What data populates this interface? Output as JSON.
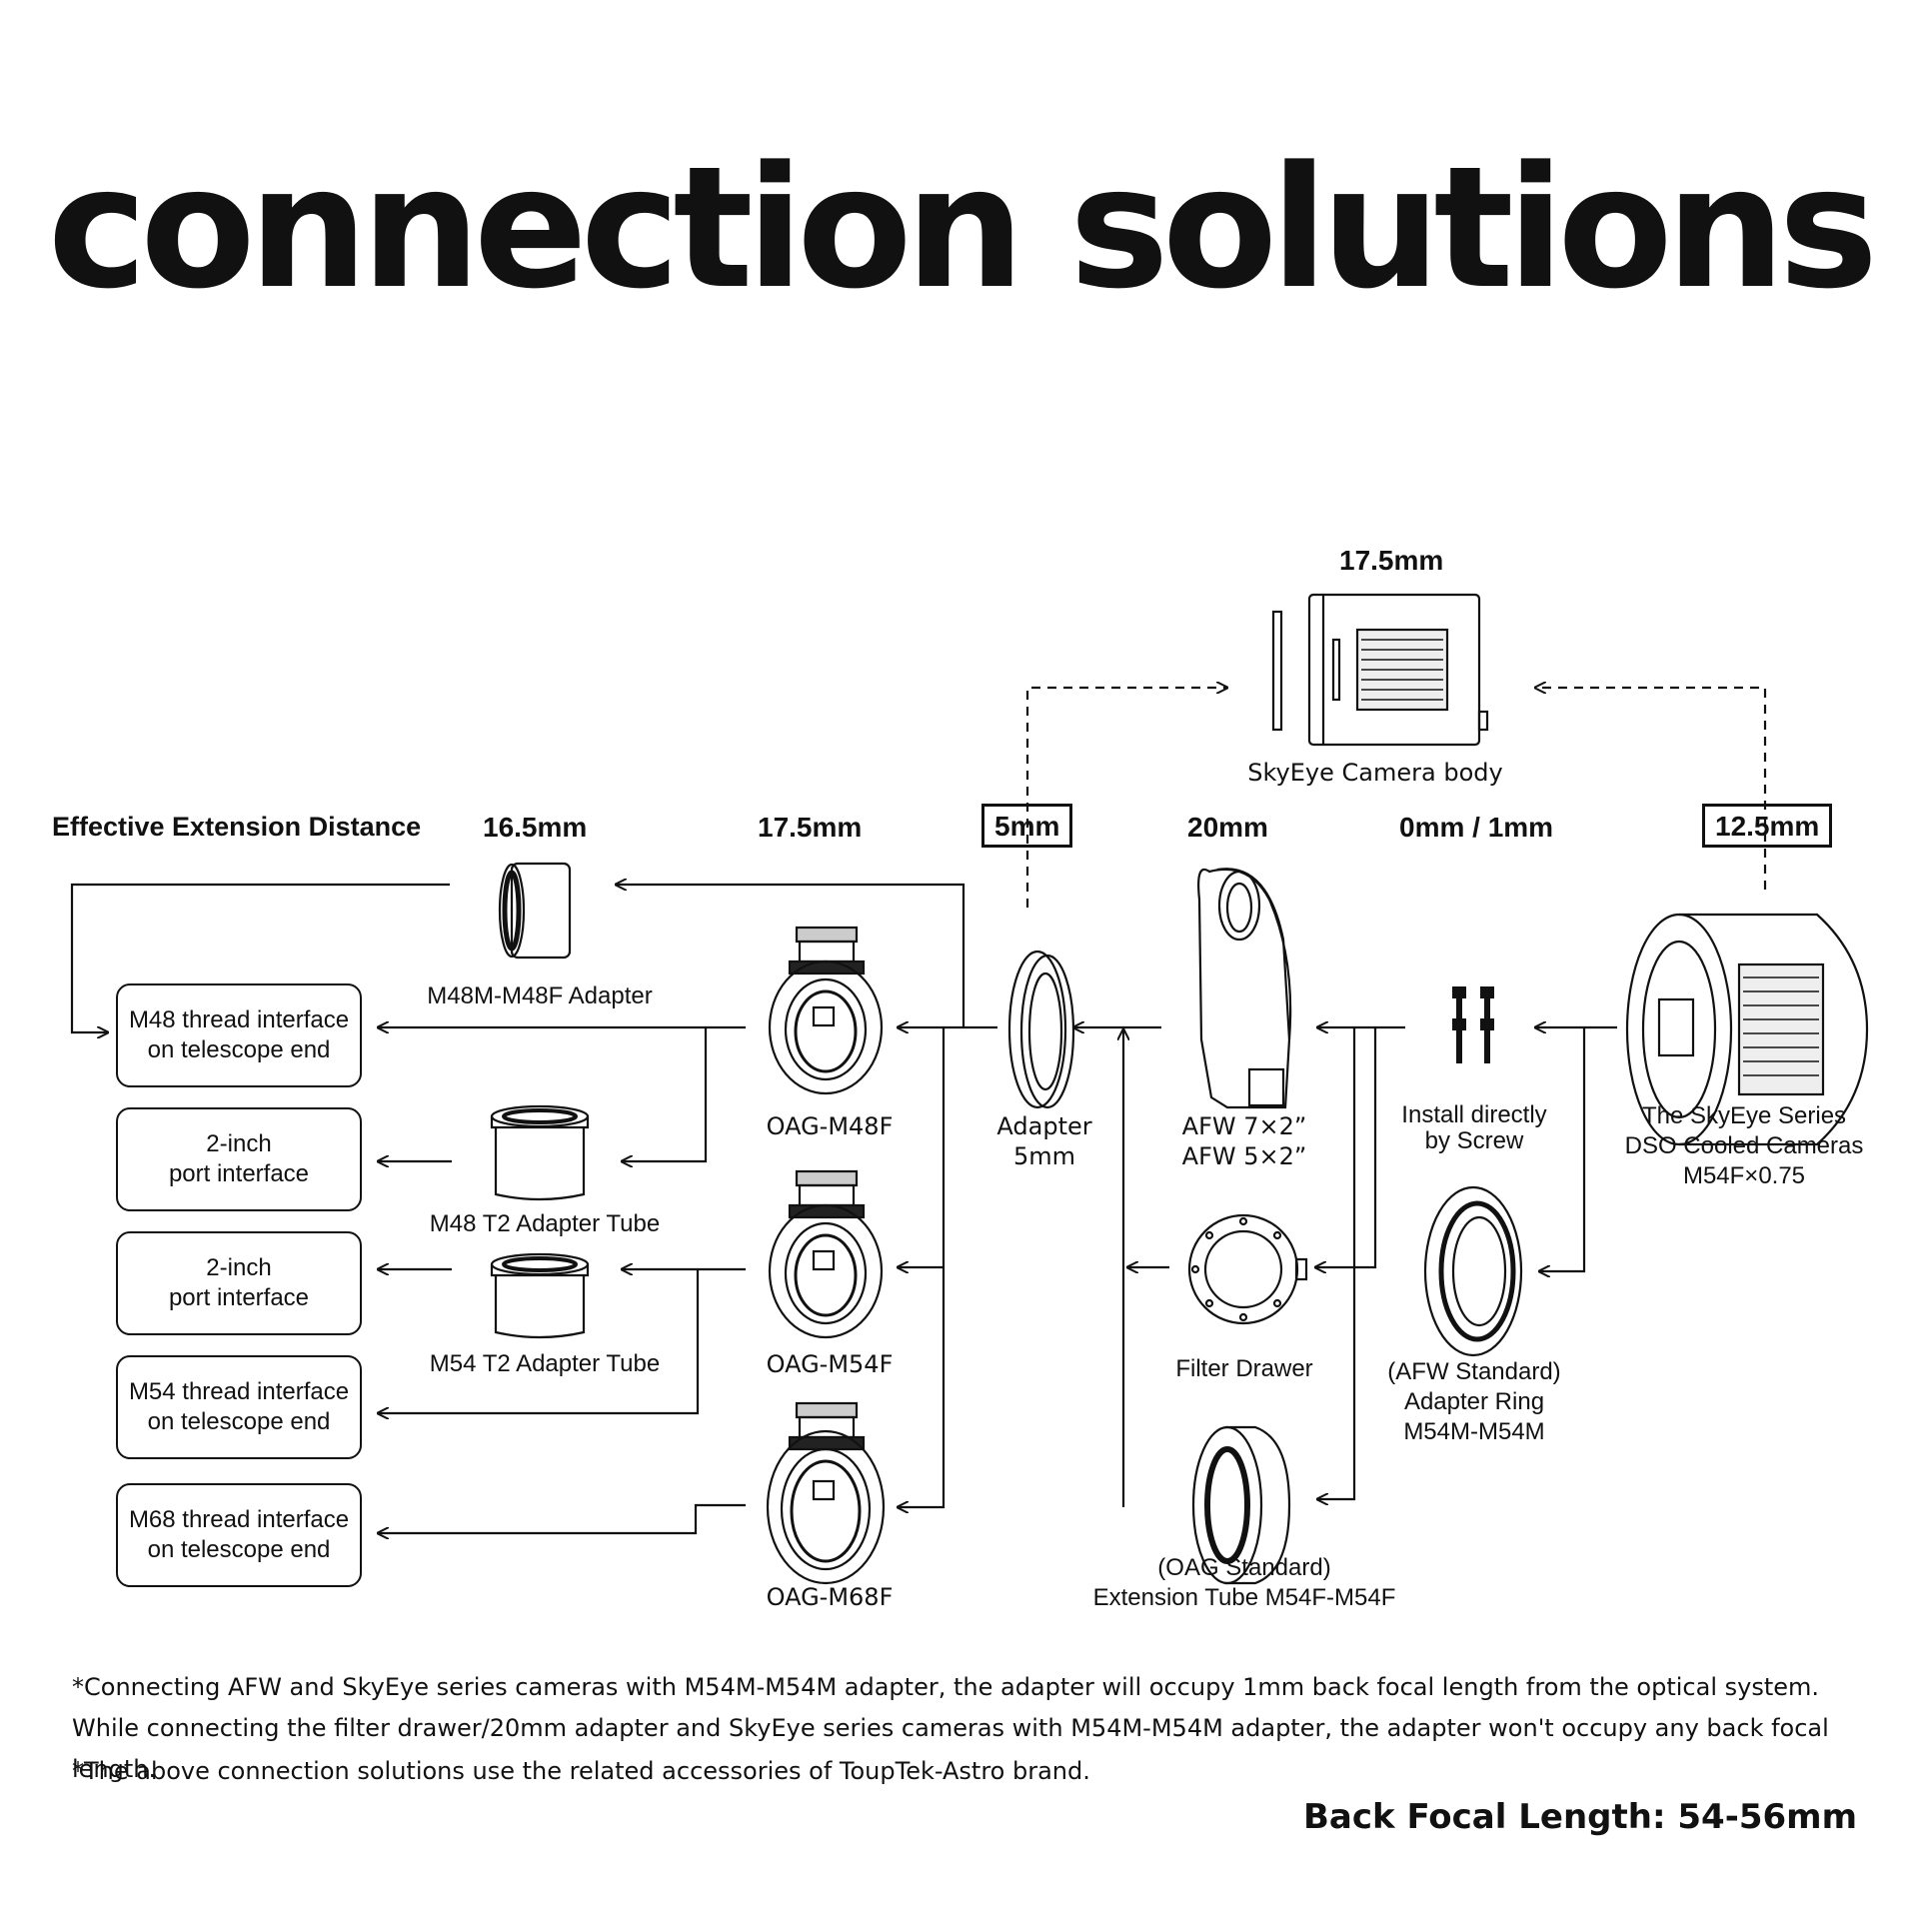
{
  "title": "connection solutions",
  "extension_header": "Effective Extension Distance",
  "distances": {
    "top": "17.5mm",
    "d1": "16.5mm",
    "d2": "17.5mm",
    "d3": "5mm",
    "d4": "20mm",
    "d5": "0mm / 1mm",
    "d6": "12.5mm"
  },
  "components": {
    "camera_body": "SkyEye Camera body",
    "m48_adapter": "M48M-M48F Adapter",
    "m48_t2": "M48 T2 Adapter Tube",
    "m54_t2": "M54 T2 Adapter Tube",
    "oag_m48f": "OAG-M48F",
    "oag_m54f": "OAG-M54F",
    "oag_m68f": "OAG-M68F",
    "adapter_5mm": [
      "Adapter",
      "5mm"
    ],
    "afw": [
      "AFW 7×2”",
      "AFW 5×2”"
    ],
    "filter_drawer": "Filter Drawer",
    "ext_tube": [
      "(OAG Standard)",
      "Extension Tube M54F-M54F"
    ],
    "install_screw": [
      "Install directly",
      "by Screw"
    ],
    "adapter_ring": [
      "(AFW Standard)",
      "Adapter Ring",
      "M54M-M54M"
    ],
    "camera_series": [
      "The SkyEye Series",
      "DSO Cooled Cameras",
      "M54F×0.75"
    ]
  },
  "interfaces": [
    "M48 thread interface\non telescope end",
    "2-inch\nport interface",
    "2-inch\nport interface",
    "M54 thread interface\non telescope end",
    "M68 thread interface\non telescope end"
  ],
  "notes": [
    "*Connecting AFW and SkyEye series cameras with M54M-M54M adapter, the adapter will occupy 1mm back focal length from the optical system. While connecting the filter drawer/20mm adapter and SkyEye series cameras with M54M-M54M adapter, the adapter won't occupy any back focal length.",
    "*The above connection solutions use the related accessories of ToupTek-Astro brand."
  ],
  "back_focal_length": "Back Focal Length:  54-56mm"
}
